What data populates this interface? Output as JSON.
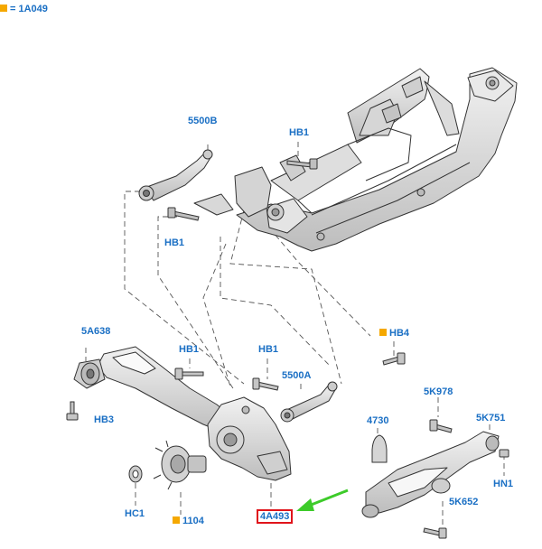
{
  "legend": {
    "marker_color": "#f5a800",
    "text": "= 1A049"
  },
  "colors": {
    "label": "#1a6fc4",
    "marker": "#f5a800",
    "highlight_box": "#e0141b",
    "arrow": "#3dcb2a"
  },
  "labels": {
    "l5500B": "5500B",
    "hb1_top": "HB1",
    "hb1_left": "HB1",
    "l5A638": "5A638",
    "hb1_mid1": "HB1",
    "hb1_mid2": "HB1",
    "hb4": "HB4",
    "l5500A": "5500A",
    "hb3": "HB3",
    "l5K978": "5K978",
    "l4730": "4730",
    "l5K751": "5K751",
    "hn1": "HN1",
    "l5K652": "5K652",
    "hc1": "HC1",
    "l1104": "1104",
    "l4A493": "4A493"
  },
  "marked_parts": [
    "HB4",
    "1104"
  ],
  "highlighted_part": "4A493"
}
